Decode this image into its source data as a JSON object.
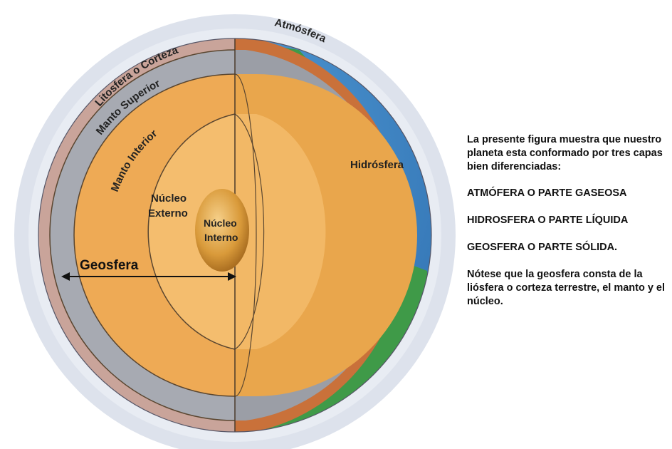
{
  "diagram": {
    "labels": {
      "atmosfera": "Atmósfera",
      "hidrosfera": "Hidrósfera",
      "litosfera": "Litosfera o Corteza",
      "manto_superior": "Manto Superior",
      "manto_interior": "Manto Interior",
      "nucleo_externo_1": "Núcleo",
      "nucleo_externo_2": "Externo",
      "nucleo_interno_1": "Núcleo",
      "nucleo_interno_2": "Interno",
      "geosfera": "Geosfera"
    },
    "colors": {
      "atmosphere_halo": "#dde2ec",
      "ocean": "#3f8fd0",
      "land": "#3f9a48",
      "crust": "#c9a49a",
      "upper_mantle": "#9b9ea6",
      "lower_mantle": "#e9a64c",
      "outer_core": "#f2b866",
      "inner_core": "#c98a2a",
      "cut_edge": "#c9713a"
    }
  },
  "description": {
    "intro": "La presente figura muestra que nuestro planeta esta conformado por tres capas bien diferenciadas:",
    "layer_1": "ATMÓFERA O PARTE GASEOSA",
    "layer_2": "HIDROSFERA O PARTE LÍQUIDA",
    "layer_3": "GEOSFERA O PARTE SÓLIDA.",
    "note": "Nótese que la geosfera consta de la liósfera o corteza terrestre, el manto y el núcleo."
  }
}
